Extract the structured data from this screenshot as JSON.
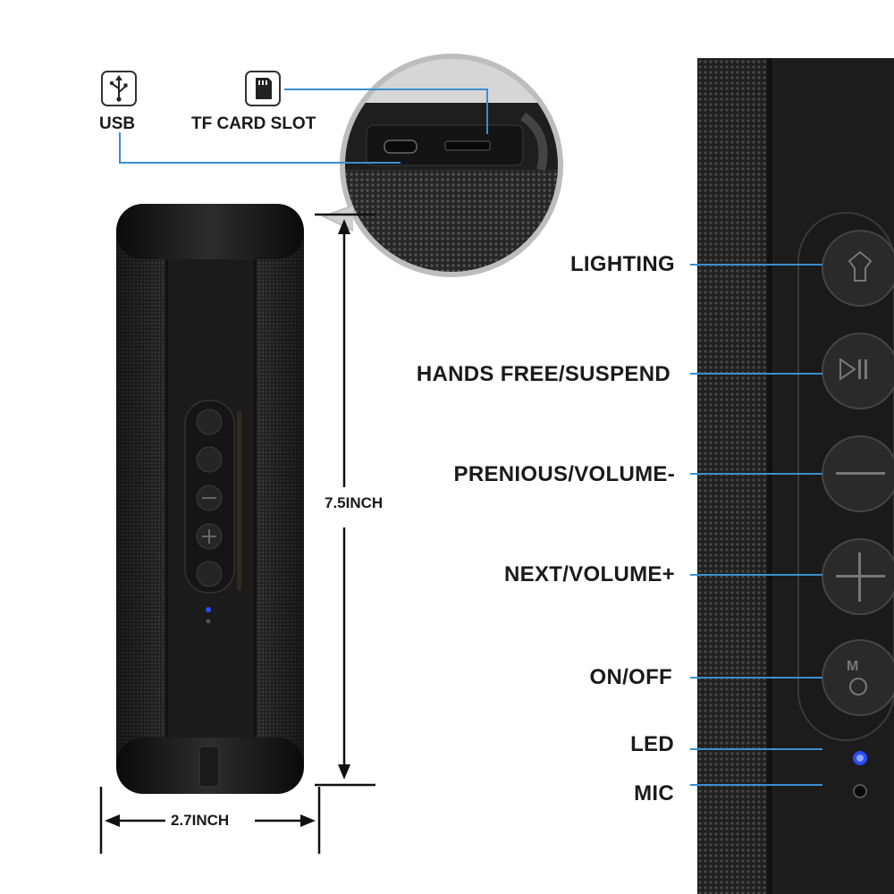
{
  "top_icons": {
    "usb_label": "USB",
    "tf_label": "TF CARD SLOT"
  },
  "dimensions": {
    "height": "7.5INCH",
    "width": "2.7INCH"
  },
  "controls": [
    {
      "key": "lighting",
      "label": "LIGHTING"
    },
    {
      "key": "hands_free",
      "label": "HANDS FREE/SUSPEND"
    },
    {
      "key": "previous",
      "label": "PRENIOUS/VOLUME-"
    },
    {
      "key": "next",
      "label": "NEXT/VOLUME+"
    },
    {
      "key": "power",
      "label": "ON/OFF"
    },
    {
      "key": "led",
      "label": "LED"
    },
    {
      "key": "mic",
      "label": "MIC"
    }
  ],
  "colors": {
    "callout_line": "#3a8fd0",
    "led": "#2a4bff",
    "speaker_body": "#1e1e1e"
  }
}
